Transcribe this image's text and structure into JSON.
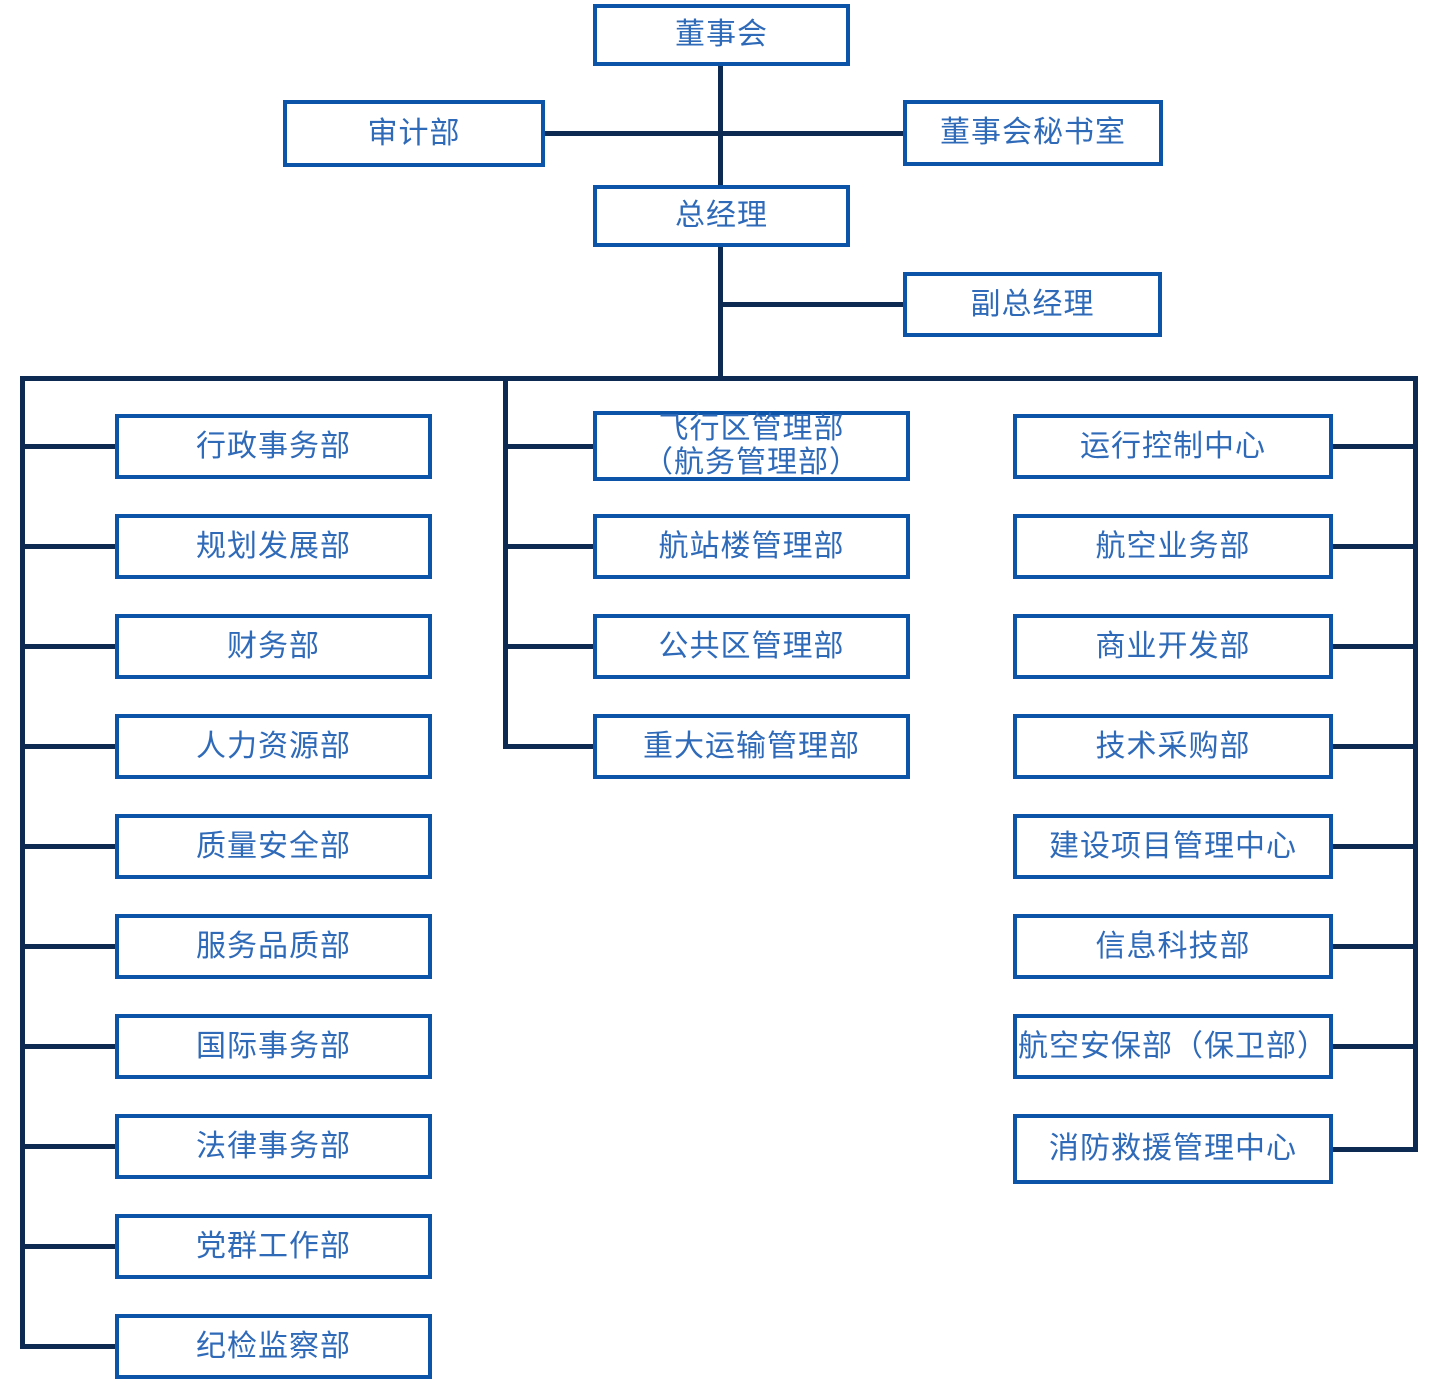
{
  "palette": {
    "box_border": "#0b54a7",
    "box_text": "#2f6ab9",
    "connector": "#0d2b52",
    "background": "#ffffff"
  },
  "org": {
    "board": {
      "label": "董事会"
    },
    "audit": {
      "label": "审计部"
    },
    "board_secretary": {
      "label": "董事会秘书室"
    },
    "general_manager": {
      "label": "总经理"
    },
    "deputy_general_manager": {
      "label": "副总经理"
    },
    "left_column": {
      "items": [
        {
          "label": "行政事务部"
        },
        {
          "label": "规划发展部"
        },
        {
          "label": "财务部"
        },
        {
          "label": "人力资源部"
        },
        {
          "label": "质量安全部"
        },
        {
          "label": "服务品质部"
        },
        {
          "label": "国际事务部"
        },
        {
          "label": "法律事务部"
        },
        {
          "label": "党群工作部"
        },
        {
          "label": "纪检监察部"
        }
      ]
    },
    "middle_column": {
      "items": [
        {
          "label": "飞行区管理部\n（航务管理部）"
        },
        {
          "label": "航站楼管理部"
        },
        {
          "label": "公共区管理部"
        },
        {
          "label": "重大运输管理部"
        }
      ]
    },
    "right_column": {
      "items": [
        {
          "label": "运行控制中心"
        },
        {
          "label": "航空业务部"
        },
        {
          "label": "商业开发部"
        },
        {
          "label": "技术采购部"
        },
        {
          "label": "建设项目管理中心"
        },
        {
          "label": "信息科技部"
        },
        {
          "label": "航空安保部（保卫部）"
        },
        {
          "label": "消防救援管理中心"
        }
      ]
    }
  }
}
